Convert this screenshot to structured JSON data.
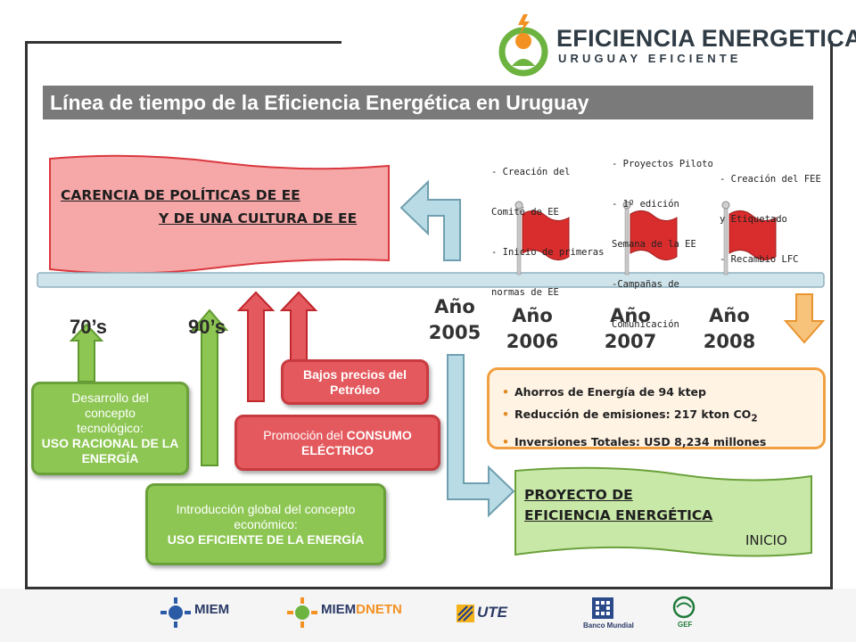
{
  "logo": {
    "title": "EFICIENCIA ENERGETICA",
    "subtitle": "URUGUAY EFICIENTE",
    "colors": {
      "green": "#6cb33f",
      "orange": "#f39222",
      "dark": "#2f3b45"
    }
  },
  "title": "Línea de tiempo de la Eficiencia Energética en Uruguay",
  "banner": {
    "line1_prefix": "CARENCIA DE",
    "line1_emph": "POLÍTICAS DE EE",
    "line2_prefix": "Y DE UNA",
    "line2_emph": "CULTURA DE EE"
  },
  "flags": [
    {
      "year": "Año 2006",
      "lines": [
        "- Creación del",
        "Comité de EE",
        "- Inicio de primeras",
        "normas de EE"
      ]
    },
    {
      "year": "Año 2007",
      "lines": [
        "- Proyectos Piloto",
        "- 1º edición",
        "Semana de la EE",
        "-Campañas de",
        "Comunicación"
      ]
    },
    {
      "year": "Año 2008",
      "lines": [
        "- Creación del FEE",
        "y Etiquetado",
        "- Recambio LFC"
      ]
    }
  ],
  "years": {
    "y2005": {
      "l1": "Año",
      "l2": "2005"
    },
    "y2006": {
      "l1": "Año",
      "l2": "2006"
    },
    "y2007": {
      "l1": "Año",
      "l2": "2007"
    },
    "y2008": {
      "l1": "Año",
      "l2": "2008"
    }
  },
  "decades": {
    "d70": "70’s",
    "d90": "90’s"
  },
  "boxes": {
    "desarrollo": {
      "l1": "Desarrollo del",
      "l2": "concepto",
      "l3": "tecnológico:",
      "l4": "USO RACIONAL DE LA",
      "l5": "ENERGÍA"
    },
    "introduccion": {
      "l1": "Introducción global del concepto",
      "l2": "económico:",
      "l3": "USO EFICIENTE DE LA ENERGÍA"
    },
    "bajos": {
      "l1": "Bajos precios del",
      "l2": "Petróleo"
    },
    "promocion": {
      "l1a": "Promoción del",
      "l1b": "CONSUMO",
      "l2": "ELÉCTRICO"
    }
  },
  "results": [
    {
      "text": "Ahorros de Energía de 94 ktep"
    },
    {
      "text": "Reducción de emisiones: 217 kton CO",
      "sub": "2"
    },
    {
      "text": "Inversiones Totales: USD 8,234 millones"
    }
  ],
  "proyecto": {
    "l1": "PROYECTO DE",
    "l2": "EFICIENCIA ENERGÉTICA",
    "inicio": "INICIO"
  },
  "sponsors": {
    "miem": "MIEM",
    "miemdnetn_a": "MIEM",
    "miemdnetn_b": "DNETN",
    "ute": "UTE",
    "banco": "Banco Mundial",
    "gef": "GEF"
  },
  "colors": {
    "title_bar": "#7a7a7a",
    "timeline": "#cfe3ea",
    "green": "#8dc653",
    "red": "#e4595e",
    "orange": "#f0a040",
    "banner_red": "#f6a7a8",
    "banner_green": "#c8e8a8",
    "arrow_blue": "#b9dbe5"
  }
}
